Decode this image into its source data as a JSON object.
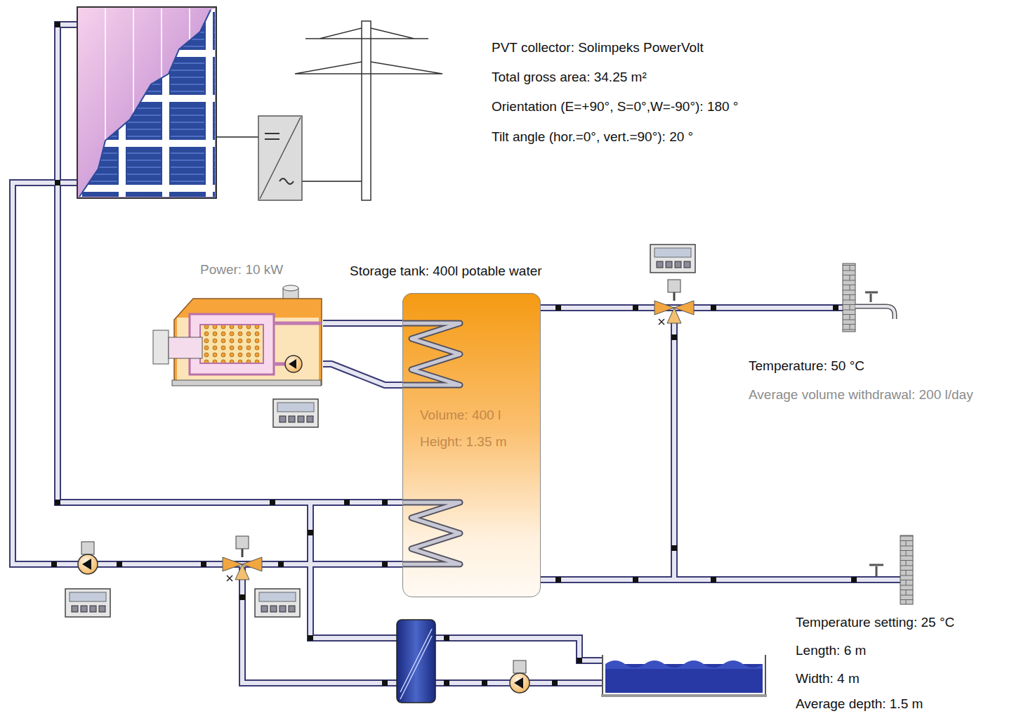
{
  "diagram": {
    "nodes": [
      {
        "text": [
          "Power: 10 kW"
        ]
      },
      {
        "text": [
          "Storage tank: 400l potable water",
          "Volume: 400 l",
          "Height: 1.35 m"
        ]
      }
    ],
    "edges": [
      {
        "from": 0,
        "to": 1,
        "arrow": "none"
      },
      {
        "from": 0,
        "to": 1,
        "arrow": "none"
      }
    ],
    "labels": [
      "PVT collector: Solimpeks PowerVolt",
      "Total gross area: 34.25 m²",
      "Orientation (E=+90°, S=0°,W=-90°): 180 °",
      "Tilt angle (hor.=0°, vert.=90°): 20 °",
      "Temperature: 50 °C",
      "Average volume withdrawal: 200 l/day",
      "Temperature setting: 25 °C",
      "Length: 6 m",
      "Width: 4 m",
      "Average depth: 1.5 m"
    ]
  }
}
